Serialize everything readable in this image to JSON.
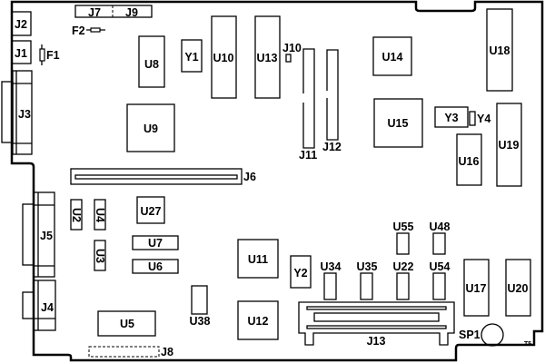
{
  "diagram": {
    "connectors": {
      "J1": "J1",
      "J2": "J2",
      "J3": "J3",
      "J4": "J4",
      "J5": "J5",
      "J6": "J6",
      "J7": "J7",
      "J8": "J8",
      "J9": "J9",
      "J10": "J10",
      "J11": "J11",
      "J12": "J12",
      "J13": "J13"
    },
    "chips": {
      "U2": "U2",
      "U3": "U3",
      "U4": "U4",
      "U5": "U5",
      "U6": "U6",
      "U7": "U7",
      "U8": "U8",
      "U9": "U9",
      "U10": "U10",
      "U11": "U11",
      "U12": "U12",
      "U13": "U13",
      "U14": "U14",
      "U15": "U15",
      "U16": "U16",
      "U17": "U17",
      "U18": "U18",
      "U19": "U19",
      "U20": "U20",
      "U22": "U22",
      "U27": "U27",
      "U34": "U34",
      "U35": "U35",
      "U38": "U38",
      "U48": "U48",
      "U54": "U54",
      "U55": "U55"
    },
    "crystals": {
      "Y1": "Y1",
      "Y2": "Y2",
      "Y3": "Y3",
      "Y4": "Y4"
    },
    "fuses": {
      "F1": "F1",
      "F2": "F2"
    },
    "speaker": "SP1",
    "corner_mark": "T5"
  }
}
